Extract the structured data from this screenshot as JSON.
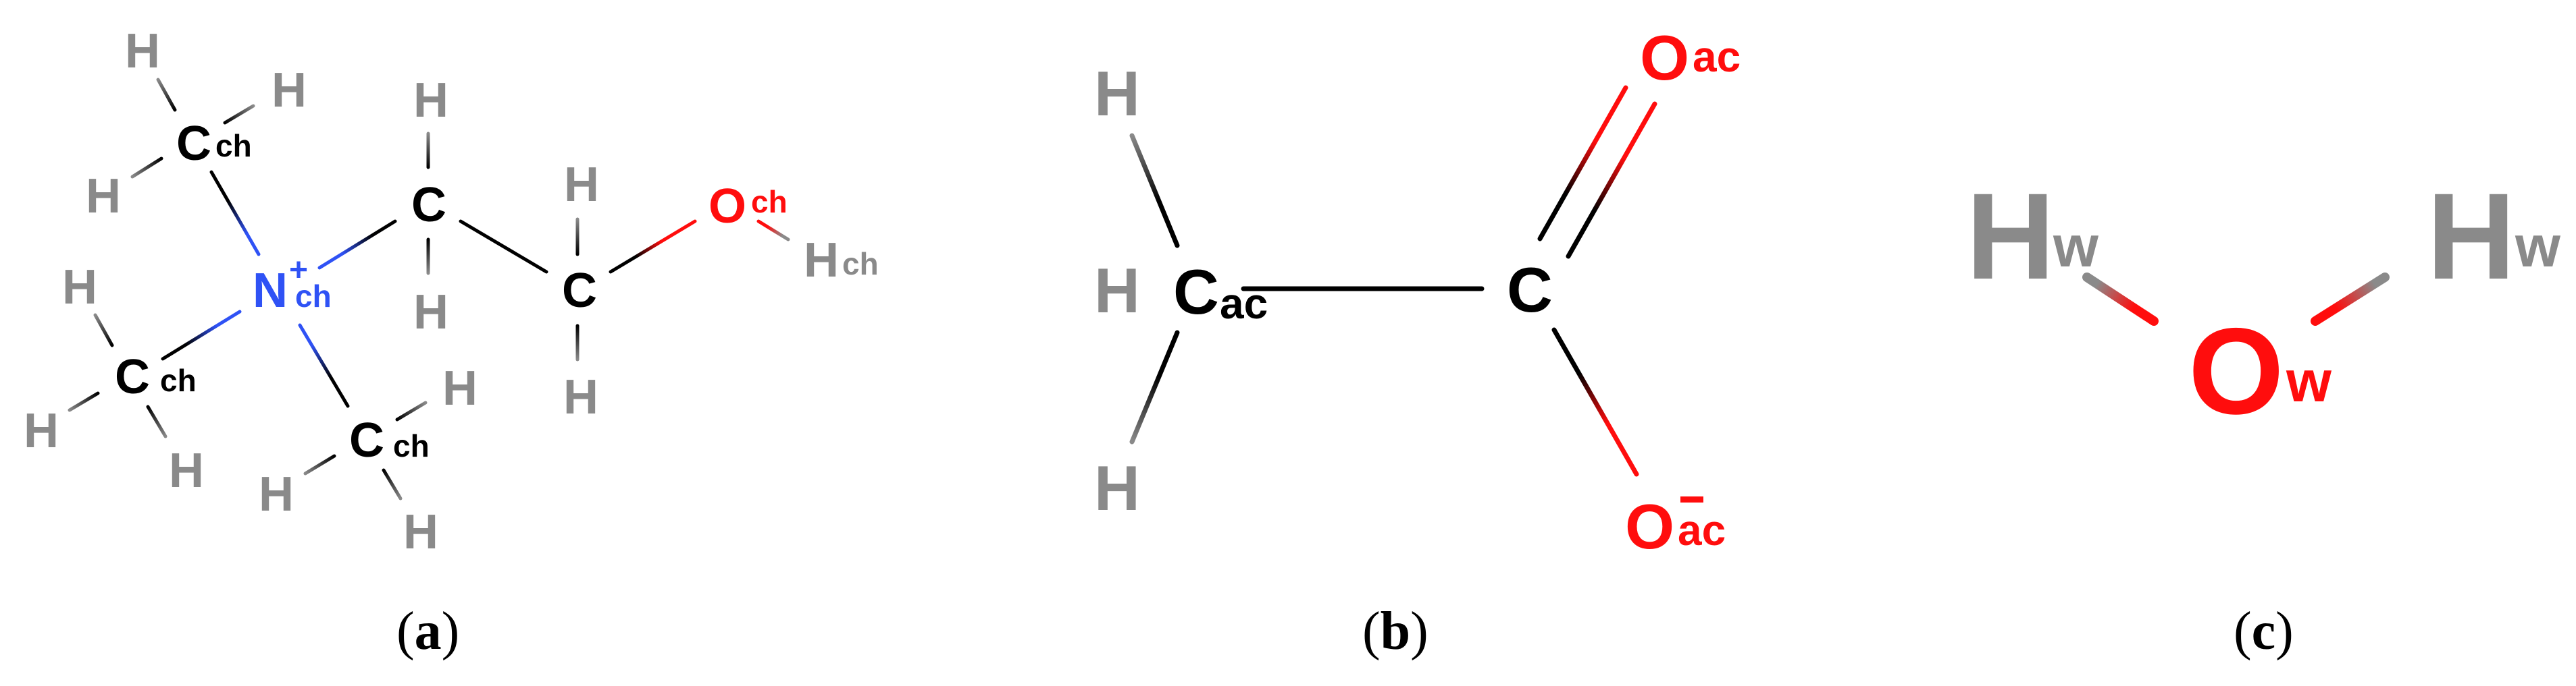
{
  "colors": {
    "carbon": "#000000",
    "hydrogen": "#8a8a8a",
    "oxygen": "#ff0d0d",
    "nitrogen": "#2f52f5",
    "background": "#ffffff"
  },
  "panels": {
    "a": {
      "molecule": "choline",
      "caption": {
        "open": "(",
        "letter": "a",
        "close": ")"
      },
      "atoms": {
        "h_top": "H",
        "h_upper_right": "H",
        "c_methyl1": "C",
        "c_methyl1_sub": "ch",
        "h_left1": "H",
        "n": "N",
        "n_charge": "+",
        "n_sub": "ch",
        "c_chain1": "C",
        "h_chain1_top": "H",
        "h_chain1_bottom": "H",
        "h_methyl2_top": "H",
        "c_methyl2": "C",
        "c_methyl2_sub": "ch",
        "h_methyl2_left": "H",
        "h_methyl2_bottom": "H",
        "c_methyl3": "C",
        "c_methyl3_sub": "ch",
        "h_methyl3_right": "H",
        "h_methyl3_left": "H",
        "h_methyl3_bottom": "H",
        "c_chain2": "C",
        "h_chain2_top": "H",
        "h_chain2_bottom": "H",
        "o": "O",
        "o_sub": "ch",
        "h_hydroxyl": "H",
        "h_hydroxyl_sub": "ch"
      }
    },
    "b": {
      "molecule": "acetate",
      "caption": {
        "open": "(",
        "letter": "b",
        "close": ")"
      },
      "atoms": {
        "h_top": "H",
        "h_middle": "H",
        "h_bottom": "H",
        "c_methyl": "C",
        "c_methyl_sub": "ac",
        "c_carboxyl": "C",
        "o_double": "O",
        "o_double_sub": "ac",
        "o_single": "O",
        "o_single_sub": "ac",
        "o_single_charge": "−"
      }
    },
    "c": {
      "molecule": "water",
      "caption": {
        "open": "(",
        "letter": "c",
        "close": ")"
      },
      "atoms": {
        "h_left": "H",
        "h_left_sub": "w",
        "h_right": "H",
        "h_right_sub": "w",
        "o": "O",
        "o_sub": "w"
      }
    }
  }
}
